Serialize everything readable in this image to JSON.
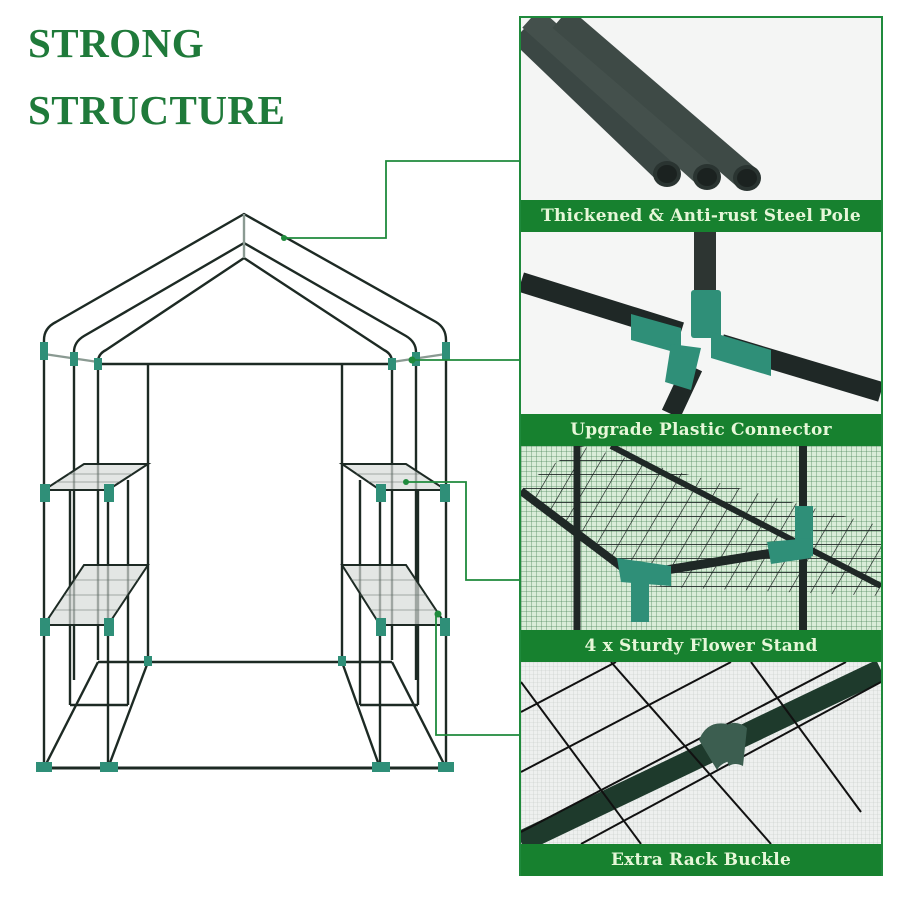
{
  "headline": {
    "line1": "STRONG",
    "line2": "STRUCTURE"
  },
  "colors": {
    "headline_green": "#1f7a3a",
    "caption_bar": "#17812f",
    "caption_text": "#e6f7d8",
    "frame_pipe": "#1d2a24",
    "connector_teal": "#2f8f78",
    "callout_line": "#1f8a3c"
  },
  "features": [
    {
      "id": "steel-pole",
      "caption": "Thickened & Anti-rust Steel Pole",
      "image": "three-steel-poles-image"
    },
    {
      "id": "plastic-connector",
      "caption": "Upgrade Plastic Connector",
      "image": "green-plastic-connector-image"
    },
    {
      "id": "flower-stand",
      "caption": "4 x Sturdy Flower Stand",
      "image": "wire-shelf-stand-image"
    },
    {
      "id": "rack-buckle",
      "caption": "Extra Rack Buckle",
      "image": "rack-buckle-clip-image"
    }
  ],
  "illustration": {
    "subject": "walk-in-greenhouse-frame",
    "shelves_per_side": 2
  }
}
